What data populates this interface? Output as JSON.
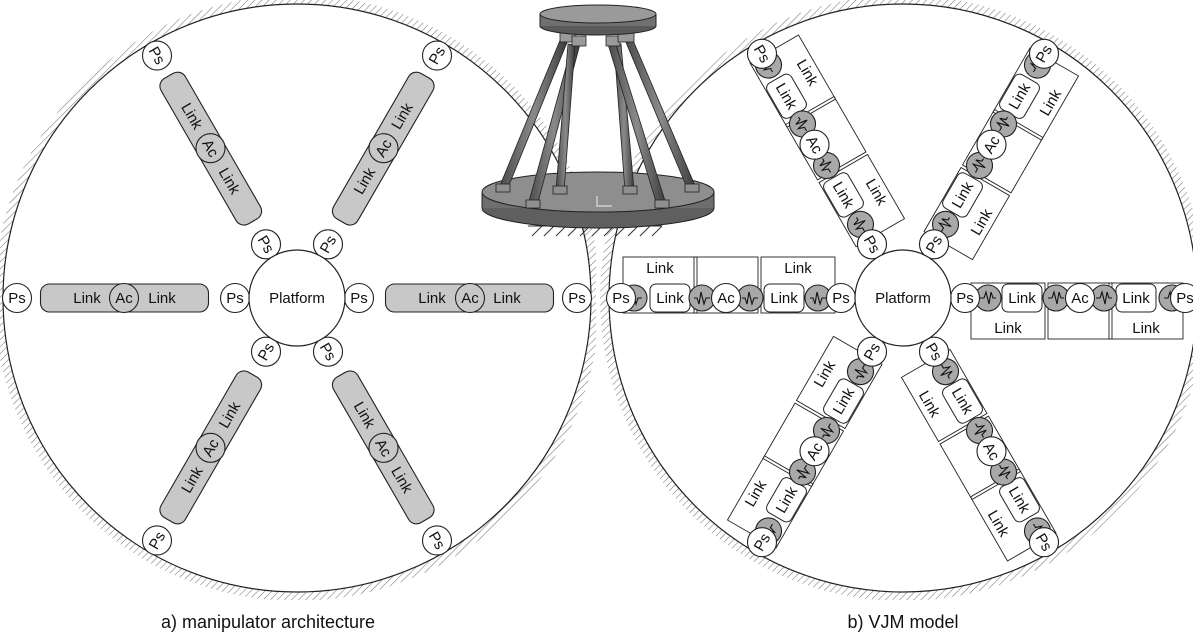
{
  "labels": {
    "platform": "Platform",
    "passive": "Ps",
    "active": "Ac",
    "link": "Link"
  },
  "legs": [
    {
      "id": "left"
    },
    {
      "id": "upper-left"
    },
    {
      "id": "upper-right"
    },
    {
      "id": "right"
    },
    {
      "id": "lower-right"
    },
    {
      "id": "lower-left"
    }
  ],
  "captions": {
    "left": "a) manipulator architecture",
    "right": "b) VJM model"
  },
  "colors": {
    "link_fill": "#c8c8c8",
    "joint_fill": "#ffffff",
    "spring_fill": "#a8a8a8",
    "stroke": "#222222"
  }
}
